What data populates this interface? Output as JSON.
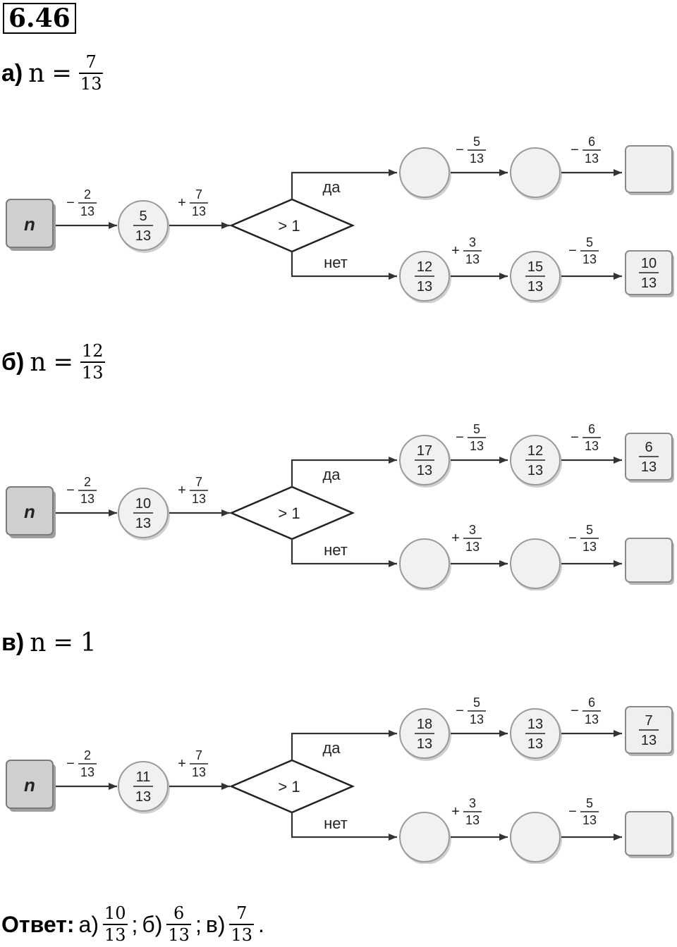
{
  "problem_number": "6.46",
  "parts": [
    {
      "letter": "а)",
      "var": "n",
      "eq": "=",
      "value": {
        "num": "7",
        "den": "13"
      },
      "start_label": "n",
      "op1": {
        "sign": "−",
        "num": "2",
        "den": "13"
      },
      "node1": {
        "num": "5",
        "den": "13"
      },
      "op2": {
        "sign": "+",
        "num": "7",
        "den": "13"
      },
      "decision": "> 1",
      "yes_label": "да",
      "no_label": "нет",
      "yes_op1": {
        "sign": "−",
        "num": "5",
        "den": "13"
      },
      "yes_op2": {
        "sign": "−",
        "num": "6",
        "den": "13"
      },
      "no_op1": {
        "sign": "+",
        "num": "3",
        "den": "13"
      },
      "no_op2": {
        "sign": "−",
        "num": "5",
        "den": "13"
      },
      "yes_node1": null,
      "yes_node2": null,
      "yes_result": null,
      "no_node1": {
        "num": "12",
        "den": "13"
      },
      "no_node2": {
        "num": "15",
        "den": "13"
      },
      "no_result": {
        "num": "10",
        "den": "13"
      }
    },
    {
      "letter": "б)",
      "var": "n",
      "eq": "=",
      "value": {
        "num": "12",
        "den": "13"
      },
      "start_label": "n",
      "op1": {
        "sign": "−",
        "num": "2",
        "den": "13"
      },
      "node1": {
        "num": "10",
        "den": "13"
      },
      "op2": {
        "sign": "+",
        "num": "7",
        "den": "13"
      },
      "decision": "> 1",
      "yes_label": "да",
      "no_label": "нет",
      "yes_op1": {
        "sign": "−",
        "num": "5",
        "den": "13"
      },
      "yes_op2": {
        "sign": "−",
        "num": "6",
        "den": "13"
      },
      "no_op1": {
        "sign": "+",
        "num": "3",
        "den": "13"
      },
      "no_op2": {
        "sign": "−",
        "num": "5",
        "den": "13"
      },
      "yes_node1": {
        "num": "17",
        "den": "13"
      },
      "yes_node2": {
        "num": "12",
        "den": "13"
      },
      "yes_result": {
        "num": "6",
        "den": "13"
      },
      "no_node1": null,
      "no_node2": null,
      "no_result": null
    },
    {
      "letter": "в)",
      "var": "n",
      "eq": "=",
      "value_text": "1",
      "start_label": "n",
      "op1": {
        "sign": "−",
        "num": "2",
        "den": "13"
      },
      "node1": {
        "num": "11",
        "den": "13"
      },
      "op2": {
        "sign": "+",
        "num": "7",
        "den": "13"
      },
      "decision": "> 1",
      "yes_label": "да",
      "no_label": "нет",
      "yes_op1": {
        "sign": "−",
        "num": "5",
        "den": "13"
      },
      "yes_op2": {
        "sign": "−",
        "num": "6",
        "den": "13"
      },
      "no_op1": {
        "sign": "+",
        "num": "3",
        "den": "13"
      },
      "no_op2": {
        "sign": "−",
        "num": "5",
        "den": "13"
      },
      "yes_node1": {
        "num": "18",
        "den": "13"
      },
      "yes_node2": {
        "num": "13",
        "den": "13"
      },
      "yes_result": {
        "num": "7",
        "den": "13"
      },
      "no_node1": null,
      "no_node2": null,
      "no_result": null
    }
  ],
  "answer": {
    "label": "Ответ:",
    "a_prefix": "а)",
    "a": {
      "num": "10",
      "den": "13"
    },
    "sep1": ";",
    "b_prefix": "б)",
    "b": {
      "num": "6",
      "den": "13"
    },
    "sep2": ";",
    "c_prefix": "в)",
    "c": {
      "num": "7",
      "den": "13"
    },
    "end": "."
  }
}
